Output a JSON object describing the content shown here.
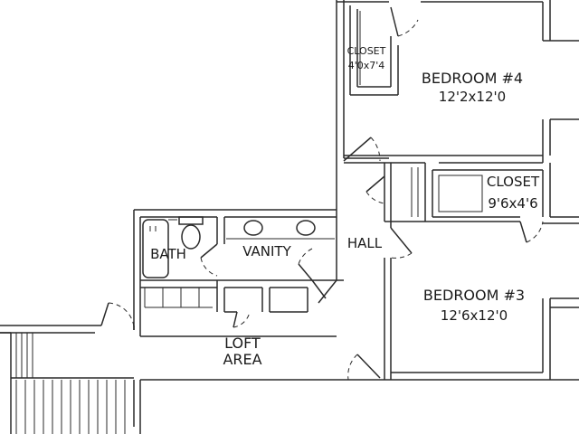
{
  "rooms": {
    "bedroom4": {
      "name": "BEDROOM #4",
      "size": "12'2x12'0"
    },
    "closet_small": {
      "name": "CLOSET",
      "size": "4'0x7'4"
    },
    "closet_large": {
      "name": "CLOSET",
      "size": "9'6x4'6"
    },
    "bath": {
      "name": "BATH"
    },
    "vanity": {
      "name": "VANITY"
    },
    "hall": {
      "name": "HALL"
    },
    "bedroom3": {
      "name": "BEDROOM #3",
      "size": "12'6x12'0"
    },
    "loft": {
      "line1": "LOFT",
      "line2": "AREA"
    }
  },
  "colors": {
    "wall_fill": "#4a4a4a",
    "line": "#2a2a2a",
    "background": "#ffffff"
  }
}
